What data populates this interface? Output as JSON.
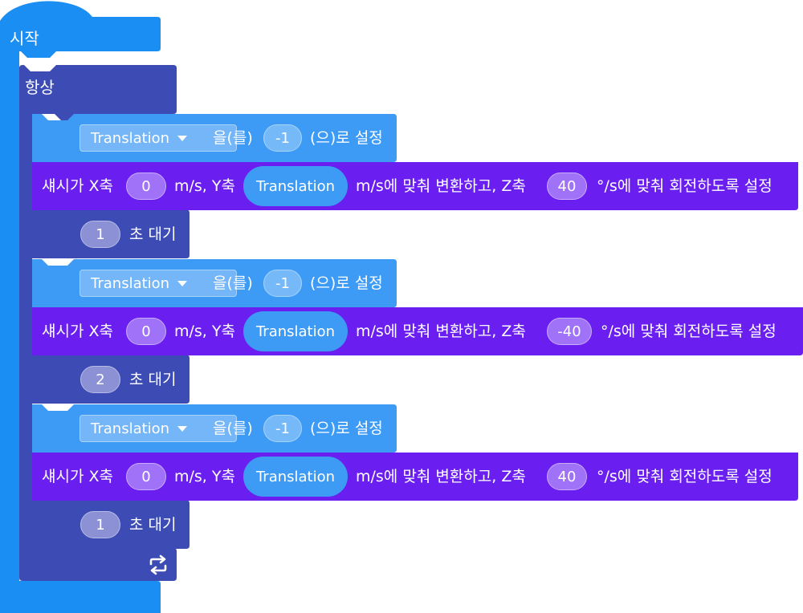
{
  "start_block": {
    "label": "시작"
  },
  "forever_block": {
    "label": "항상",
    "loop_icon": "repeat-arrows-icon"
  },
  "set_variable": {
    "variable": "Translation",
    "suffix1": "을(를)",
    "suffix2": "(으)로 설정",
    "dropdown_icon": "caret-down-icon"
  },
  "move_block": {
    "prefix": "섀시가 X축",
    "mid1": "m/s, Y축",
    "mid2": "m/s에 맞춰 변환하고, Z축",
    "suffix": "°/s에 맞춰 회전하도록 설정"
  },
  "wait_block": {
    "suffix": "초 대기"
  },
  "sequence": [
    {
      "set_value": "-1",
      "x_speed": "0",
      "y_speed": "Translation",
      "z_speed": "40",
      "wait_seconds": "1"
    },
    {
      "set_value": "-1",
      "x_speed": "0",
      "y_speed": "Translation",
      "z_speed": "-40",
      "wait_seconds": "2"
    },
    {
      "set_value": "-1",
      "x_speed": "0",
      "y_speed": "Translation",
      "z_speed": "40",
      "wait_seconds": "1"
    }
  ],
  "colors": {
    "start": "#1b8ef4",
    "forever": "#3c4cb4",
    "set_variable": "#3d9bf5",
    "move": "#6a1ff0",
    "wait": "#3c4cb4"
  }
}
